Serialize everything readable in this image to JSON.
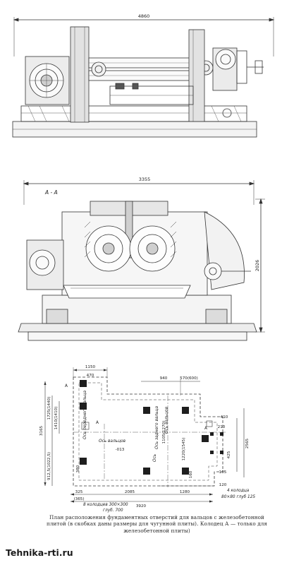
{
  "top_view": {
    "overall_length": "4860"
  },
  "section_view": {
    "title": "А - А",
    "overall_width": "3355",
    "overall_height": "2026"
  },
  "foundation_plan": {
    "dims": {
      "d1150": "1150",
      "d470": "470",
      "d940": "940",
      "d570": "570(600)",
      "d410": "410",
      "d210": "210",
      "d2565": "2565",
      "d3165": "3165",
      "d1725": "1725(1440)",
      "d1410": "1410(1410)",
      "d912": "912,5(1022,5)",
      "d1105": "1105(1270)",
      "d1220": "1220(1545)",
      "d380": "380",
      "d325": "325",
      "d365": "(365)",
      "d2085": "2085",
      "d3920": "3920",
      "d1280": "1280",
      "d120": "120",
      "d105": "105",
      "d425": "425",
      "d160": "160",
      "d013": "-013"
    },
    "labels": {
      "axis_rolls": "Ось вальцов",
      "axis_rolls_alt": "Ось вальцов",
      "axis_front_roll": "Ось переднего вальца",
      "axis_back_roll": "Ось заднего вальца",
      "axis_misc": "Ось",
      "letter_a1": "А",
      "letter_a2": "А",
      "letter_a3": "А",
      "note_8_wells": "8 колодцев 300×300",
      "note_8_depth": "глуб. 700",
      "note_4_wells": "4 колодца",
      "note_4_spec": "80×80 глуб 125"
    }
  },
  "caption": "План расположения фундаментных отверстий для вальцов с железобетонной плитой (в скобках даны размеры для чугунной плиты). Колодец А — только для железобетонной плиты)",
  "watermark": "Tehnika-rti.ru"
}
